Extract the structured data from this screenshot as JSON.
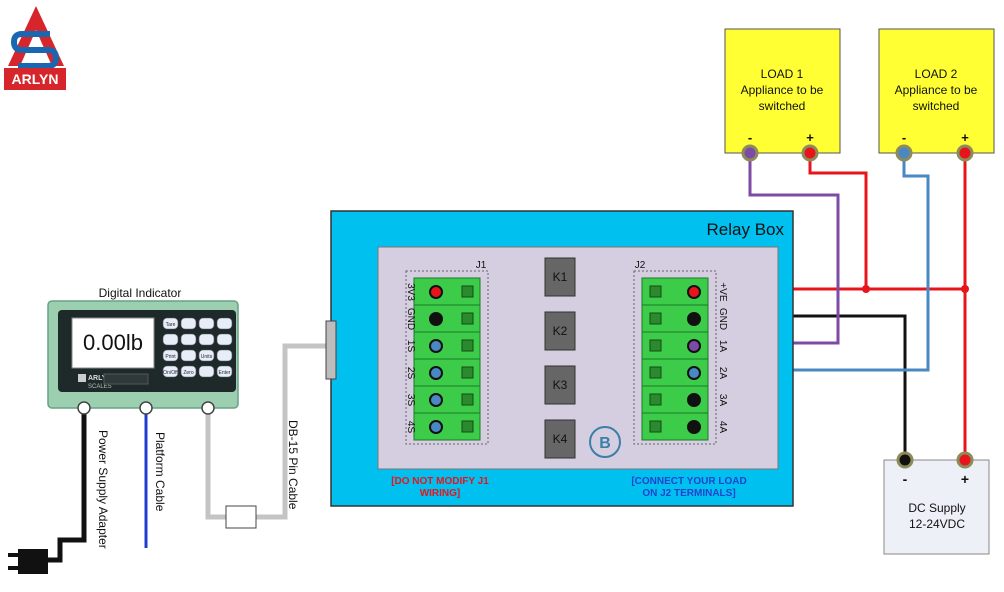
{
  "logo": {
    "text": "ARLYN",
    "colors": {
      "red": "#d7262b",
      "blue": "#1a67b1"
    }
  },
  "indicator": {
    "title": "Digital Indicator",
    "display": "0.00lb",
    "brand": "ARLYN",
    "brand_sub": "SCALES",
    "keys": [
      "Tare",
      "",
      "",
      "",
      "",
      "",
      "",
      "",
      "Print",
      "",
      "Units",
      "",
      "On/Off",
      "Zero",
      "",
      "Enter"
    ]
  },
  "cables": {
    "power": "Power Supply Adapter",
    "platform": "Platform Cable",
    "db15": "DB-15 Pin Cable"
  },
  "relay_box": {
    "title": "Relay Box",
    "j1_label": "J1",
    "j2_label": "J2",
    "j1_pins": [
      "3V3",
      "GND",
      "1S",
      "2S",
      "3S",
      "4S"
    ],
    "j2_pins": [
      "+VE",
      "GND",
      "1A",
      "2A",
      "3A",
      "4A"
    ],
    "relays": [
      "K1",
      "K2",
      "K3",
      "K4"
    ],
    "badge": "B",
    "note_left": [
      "[DO NOT MODIFY J1",
      "WIRING]"
    ],
    "note_right": [
      "[CONNECT YOUR LOAD",
      "ON J2 TERMINALS]"
    ]
  },
  "loads": [
    {
      "title": "LOAD 1",
      "line1": "Appliance to be",
      "line2": "switched",
      "minus": "-",
      "plus": "+"
    },
    {
      "title": "LOAD 2",
      "line1": "Appliance to be",
      "line2": "switched",
      "minus": "-",
      "plus": "+"
    }
  ],
  "supply": {
    "minus": "-",
    "plus": "+",
    "line1": "DC Supply",
    "line2": "12-24VDC"
  },
  "colors": {
    "relay_box": "#00c0f0",
    "panel": "#d5cde0",
    "terminal": "#3ccc4a",
    "load": "#ffff33",
    "wire_red": "#e8141c",
    "wire_black": "#111111",
    "wire_purple": "#7d4aa6",
    "wire_blue": "#4a88c4",
    "note_left": "#e8141c",
    "note_right": "#2244cc"
  }
}
